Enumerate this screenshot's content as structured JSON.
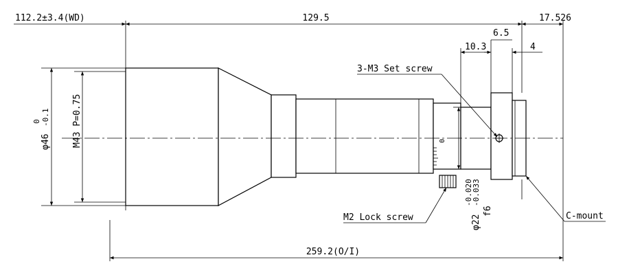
{
  "dimensions": {
    "working_distance": "112.2±3.4(WD)",
    "length_front": "129.5",
    "length_rear": "17.526",
    "dim_6_5": "6.5",
    "dim_10_3": "10.3",
    "dim_4": "4",
    "total_length": "259.2(O/I)",
    "outer_diameter": "φ46",
    "outer_diameter_tol_upper": "0",
    "outer_diameter_tol_lower": "-0.1",
    "front_thread": "M43 P=0.75",
    "shaft_diameter": "φ22",
    "shaft_tol_upper": "-0.020",
    "shaft_tol_lower": "-0.033",
    "shaft_fit": "f6"
  },
  "callouts": {
    "set_screw": "3-M3 Set screw",
    "lock_screw": "M2 Lock screw",
    "mount": "C-mount"
  },
  "scale_marks": {
    "zero": "0"
  }
}
